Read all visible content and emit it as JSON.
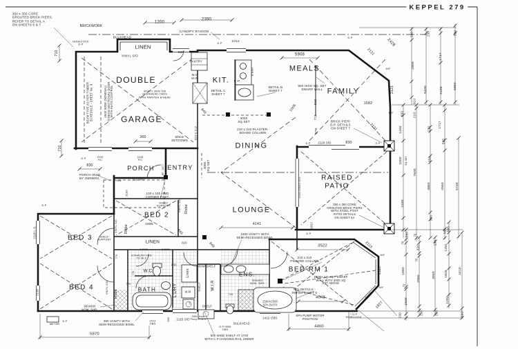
{
  "meta": {
    "title": "KEPPEL 279",
    "drawing_type": "floor plan"
  },
  "colors": {
    "ink": "#1b1b1b",
    "paper": "#fdfdfb"
  },
  "labels": [
    [
      "title",
      "KEPPEL 279",
      633,
      12,
      9.5,
      0
    ],
    [
      "room-double",
      "DOUBLE",
      197,
      117,
      12,
      0
    ],
    [
      "room-garage",
      "GARAGE",
      205,
      174,
      12,
      0
    ],
    [
      "room-kit",
      "KIT.",
      320,
      117,
      11,
      0
    ],
    [
      "room-meals",
      "MEALS",
      441,
      100,
      11,
      0
    ],
    [
      "room-family",
      "FAMILY",
      497,
      133,
      11,
      0
    ],
    [
      "room-dining",
      "DINING",
      364,
      212,
      11,
      0
    ],
    [
      "room-porch",
      "PORCH",
      204,
      244,
      9,
      0
    ],
    [
      "room-entry",
      "ENTRY",
      261,
      243,
      9,
      0
    ],
    [
      "room-lounge",
      "LOUNGE",
      364,
      305,
      11,
      0
    ],
    [
      "room-raised-patio",
      "RAISED\nPATIO",
      488,
      264,
      10,
      0
    ],
    [
      "room-bed2",
      "BED 2",
      227,
      312,
      10,
      0
    ],
    [
      "room-bed3",
      "BED 3",
      116,
      345,
      10,
      0
    ],
    [
      "room-bed4",
      "BED 4",
      118,
      417,
      10,
      0
    ],
    [
      "room-bedrm1",
      "BED RM 1",
      447,
      391,
      10,
      0
    ],
    [
      "room-ens",
      "ENS.",
      358,
      398,
      8,
      0
    ],
    [
      "room-bath",
      "BATH",
      213,
      420,
      8,
      0
    ],
    [
      "room-wc",
      "W.C",
      214,
      393,
      6.5,
      0
    ],
    [
      "room-ldry",
      "L'DRY",
      254,
      421,
      7,
      -90
    ],
    [
      "room-wir",
      "W.I.R",
      309,
      414,
      6,
      -90
    ],
    [
      "linen-front",
      "LINEN",
      207,
      69,
      7.5,
      0
    ],
    [
      "linen-hall",
      "LINEN",
      221,
      351,
      6.5,
      0
    ],
    [
      "linen-ldry",
      "Linen",
      273,
      396,
      5,
      -90
    ],
    [
      "robe-bed2",
      "Robe",
      270,
      303,
      5.5,
      -90
    ],
    [
      "robe-bed3",
      "Robe",
      183,
      332,
      5.5,
      -90
    ],
    [
      "robe-bed4",
      "Robe",
      168,
      426,
      5.5,
      -90
    ],
    [
      "note-brick-piers",
      "350 x 350 CORE\nGROUTED BRICK PIERS.\nREFER TO DETAIL A\nON SHEETS 5 & 7",
      47,
      28,
      4.6,
      0,
      "l"
    ],
    [
      "note-brickwork",
      "BRICKWORK",
      132,
      39,
      5,
      0
    ],
    [
      "note-bulkhead",
      "BULKHEAD",
      177,
      54,
      4.6,
      0
    ],
    [
      "note-vinyl-so",
      "VINYL S/O",
      188,
      81,
      4.6,
      0
    ],
    [
      "note-hosecock",
      "HOSECOCK\nD.P",
      117,
      63,
      3.9,
      0
    ],
    [
      "note-canopy",
      "CANOPY R'HOOD",
      281,
      47,
      4.8,
      0
    ],
    [
      "dp-canopy",
      "D.P",
      318,
      63,
      3.9,
      0
    ],
    [
      "note-pantry",
      "PANTRY",
      284,
      90,
      4.2,
      0
    ],
    [
      "note-wo-mw",
      "W.O\nM.W",
      282,
      112,
      4.2,
      0
    ],
    [
      "note-dw",
      "D.W",
      343,
      118,
      4,
      0
    ],
    [
      "note-bbar",
      "B'BAR",
      366,
      104,
      4,
      -90
    ],
    [
      "note-detail-c",
      "DETAIL C\nSHEET 7",
      316,
      134,
      4.4,
      0
    ],
    [
      "note-detail-b",
      "DETAIL B\nSHEET 7",
      399,
      129,
      4.4,
      0
    ],
    [
      "note-dwarf-wall",
      "900 HIGH SQ. SET\nDWARF WALL",
      452,
      127,
      4.4,
      0
    ],
    [
      "note-ohead-cbds",
      "420H x 3000 UW\nOVERHEAD CBDS\nWITH PAINTED B'HEAD",
      224,
      137,
      3.9,
      0
    ],
    [
      "note-beam",
      "BEAM TYPE AS PER TIMBER\nSCHEDULE - SHEET No. 9",
      130,
      149,
      4.1,
      -90
    ],
    [
      "note-sectional-door",
      "4500 WIDE (NOMINAL)\nO'HEAD SECTIONAL DOOR\nWITH AUTO CONTROL",
      158,
      147,
      4.1,
      -90
    ],
    [
      "note-setdown",
      "50mm\nSETDOWN",
      260,
      201,
      4.4,
      0
    ],
    [
      "note-porch-slab",
      "PORCH SLAB\nBY OWNERS.",
      130,
      256,
      4.4,
      0
    ],
    [
      "note-pb-column-1",
      "210 x 210 PLASTER-\nBOARD COLUMN",
      366,
      190,
      4.4,
      0
    ],
    [
      "note-sq-set-h",
      "3000\nSQ SET",
      353,
      174,
      4.4,
      0
    ],
    [
      "note-sq-set-v",
      "3000\nSQ SET",
      299,
      240,
      4.4,
      -90
    ],
    [
      "note-brick-pier-dp",
      "BRICK PIER/\nD.P. DETAILS\nON SHEET 7",
      493,
      181,
      4.4,
      0
    ],
    [
      "note-hwd-post",
      "100 x 100 HWD\nCORNER POST.",
      228,
      284,
      4.3,
      0
    ],
    [
      "note-shelf-support-bed2",
      "SHELF\nSUPPORT",
      237,
      297,
      3.9,
      0
    ],
    [
      "note-shelf-support-bed3",
      "SHELF\nSUPPORT",
      151,
      346,
      3.9,
      0
    ],
    [
      "note-exhaust-fan",
      "EXHAUST FAN\nTO W.C",
      205,
      373,
      3.9,
      0
    ],
    [
      "note-vanity-1500",
      "1500 VANITY WITH\nSEMI-RECESSED BOWL",
      369,
      343,
      4.3,
      0
    ],
    [
      "note-patio-piers",
      "350 x 350 CORE\nGROUTED BRICK PIERS\nWITH STEEL POST\nPATIO DETAILS\nON SHEET 6A",
      499,
      307,
      4.1,
      0
    ],
    [
      "note-pb-column-2",
      "210 x 210\nP'BOARD COLUMN",
      441,
      377,
      4.3,
      0
    ],
    [
      "note-dwarf-wall-2",
      "1200H SQ. SET DWARF\nWALL WITH 3000 SQ\nSET ABOVE",
      479,
      407,
      4.1,
      0
    ],
    [
      "note-spa-details",
      "SPA DETAILS -\nREFER SHEET 6",
      441,
      423,
      4.3,
      0
    ],
    [
      "note-spa-bath",
      "1500x1500\nSPA BATH",
      391,
      440,
      4.1,
      0
    ],
    [
      "note-spa-pump",
      "SPA PUMP MOTOR\nPOSITION",
      449,
      461,
      4.3,
      0
    ],
    [
      "note-dp-hosecock",
      "+ D.P\nHOSECOCK",
      512,
      458,
      3.7,
      0
    ],
    [
      "note-shelf-450",
      "450W SHELF",
      299,
      387,
      4.1,
      0
    ],
    [
      "note-shelf-wir",
      "SHELF",
      289,
      416,
      3.9,
      -90
    ],
    [
      "note-shelf-b",
      "SHELF",
      300,
      445,
      4.1,
      0
    ],
    [
      "note-wm",
      "W.M",
      272,
      424,
      4.1,
      0
    ],
    [
      "note-t",
      "T.",
      275,
      441,
      4.1,
      0
    ],
    [
      "note-shr-ens",
      "900x900\nNOM. SHR.",
      373,
      409,
      3.7,
      0
    ],
    [
      "note-shr-bed4",
      "900x900\nNOM. SHR.",
      130,
      447,
      4.1,
      0
    ],
    [
      "note-vanity-900",
      "900 VANITY WITH\nSEMI-RECESSED BOWL",
      169,
      469,
      4.2,
      0
    ],
    [
      "note-hws",
      "250L Heat\nPump H.W.S",
      287,
      461,
      3.7,
      0
    ],
    [
      "note-bulkhead-2",
      "BULKHEAD",
      350,
      470,
      4.1,
      0
    ],
    [
      "note-shelf-600",
      "600 WIDE SHELF AT 1700\nWITH C.P HANGING RAIL UNDER",
      332,
      490,
      4.2,
      0
    ],
    [
      "note-meter",
      "METER",
      79,
      470,
      3.9,
      0
    ],
    [
      "dp-bottom-left",
      "D.P",
      94,
      466,
      3.8,
      0
    ],
    [
      "note-mb",
      "M/B",
      172,
      262,
      3.8,
      0
    ],
    [
      "vinyl-sd-bed2",
      "VINYL S/D",
      260,
      298,
      3.8,
      -90
    ],
    [
      "vinyl-sd-bed3",
      "VINYL S/D",
      168,
      328,
      3.8,
      -90
    ],
    [
      "vinyl-sd-bed4",
      "VINYL S/D",
      155,
      417,
      3.8,
      -90
    ],
    [
      "win-ef-1677",
      "EF. 1677",
      236,
      246,
      3.8,
      -90
    ],
    [
      "dp-porch",
      "D.P",
      121,
      230,
      3.8,
      0
    ],
    [
      "dp-bed3",
      "D.P",
      64,
      298,
      3.8,
      0
    ],
    [
      "dp-patio-left",
      "D.P",
      446,
      208,
      3.8,
      0
    ],
    [
      "dp-patio-right",
      "D.P",
      547,
      208,
      3.8,
      0
    ],
    [
      "dp-bay-top",
      "D.P",
      507,
      55,
      3.8,
      0
    ],
    [
      "dp-bedrm",
      "D.P",
      447,
      339,
      3.8,
      0
    ],
    [
      "mf-1",
      "M/F",
      562,
      100,
      3.5,
      0
    ],
    [
      "mf-2",
      "M/F",
      566,
      164,
      3.5,
      0
    ],
    [
      "mf-3",
      "M/F",
      554,
      370,
      3.5,
      0
    ],
    [
      "mf-4",
      "M/F",
      552,
      417,
      3.5,
      0
    ],
    [
      "door-sdr-1",
      "2/SDR",
      208,
      362,
      3.6,
      0
    ],
    [
      "door-sdr-2",
      "2/SDR",
      240,
      362,
      3.6,
      0
    ],
    [
      "dim-1200",
      "1200",
      231,
      33,
      6,
      0
    ],
    [
      "dim-2390",
      "2390",
      299,
      29,
      6,
      0
    ],
    [
      "win-1012",
      "1012",
      341,
      61,
      4.8,
      0
    ],
    [
      "win-820-pantry",
      "820",
      262,
      77,
      4.8,
      0
    ],
    [
      "dim-5908",
      "5908",
      434,
      80,
      6,
      0
    ],
    [
      "dim-2428",
      "2428",
      566,
      62,
      5.8,
      47
    ],
    [
      "dim-2121-a",
      "2121",
      536,
      76,
      5.2,
      47
    ],
    [
      "dim-2121-b",
      "2121",
      569,
      130,
      5.2,
      -90
    ],
    [
      "dim-2121-c",
      "2121",
      540,
      185,
      5.2,
      47
    ],
    [
      "dim-1582",
      "1582",
      533,
      151,
      5.2,
      0
    ],
    [
      "dim-910-fam",
      "910",
      458,
      148,
      4.8,
      -90
    ],
    [
      "dim-711",
      "711",
      458,
      170,
      4.8,
      -90
    ],
    [
      "dim-979",
      "979",
      459,
      190,
      4.8,
      -90
    ],
    [
      "dim-1006",
      "1006",
      425,
      157,
      5,
      -55
    ],
    [
      "dim-849-a",
      "849",
      294,
      162,
      5,
      47
    ],
    [
      "dim-849-b",
      "849",
      260,
      337,
      5,
      47
    ],
    [
      "dim-849-c",
      "849",
      306,
      356,
      5,
      47
    ],
    [
      "dim-820-csd",
      "820 C.S.D",
      284,
      193,
      4,
      -90
    ],
    [
      "dim-360",
      "360",
      207,
      200,
      5.2,
      0
    ],
    [
      "dim-710-a",
      "710",
      83,
      77,
      5.2,
      -90
    ],
    [
      "dim-710-b",
      "710",
      88,
      215,
      5.2,
      -90
    ],
    [
      "dim-830-a",
      "830",
      130,
      241,
      5.2,
      0
    ],
    [
      "win-2109-a",
      "2109\nF/C",
      145,
      230,
      3.7,
      0
    ],
    [
      "win-2109-b",
      "2109\nF/C",
      203,
      230,
      3.7,
      0
    ],
    [
      "win-2112",
      "2112 XO",
      200,
      261,
      4.1,
      0
    ],
    [
      "dim-3109",
      "3109",
      184,
      280,
      4,
      -90
    ],
    [
      "dim-1995",
      "1995",
      216,
      326,
      4.8,
      0
    ],
    [
      "win-2118-ls",
      "2118 L.S.",
      51,
      337,
      4.1,
      -90
    ],
    [
      "win-2118",
      "2118",
      55,
      424,
      4.1,
      -90
    ],
    [
      "dim-770-a",
      "770",
      169,
      372,
      3.9,
      -90
    ],
    [
      "dim-770-b",
      "770",
      193,
      396,
      3.9,
      -90
    ],
    [
      "dim-770-c",
      "770",
      186,
      412,
      3.9,
      0
    ],
    [
      "dim-720",
      "720",
      334,
      427,
      3.9,
      0
    ],
    [
      "dim-820-b",
      "820",
      267,
      353,
      4.1,
      0
    ],
    [
      "dim-830-b",
      "830",
      252,
      385,
      4.1,
      0
    ],
    [
      "win-2118-sd",
      "2118 S/D",
      470,
      208,
      4.3,
      0
    ],
    [
      "dim-830-c",
      "830",
      505,
      208,
      5.2,
      0
    ],
    [
      "win-2130-obsd",
      "2130 OBSD S/D",
      434,
      272,
      3.9,
      -90
    ],
    [
      "dim-1820",
      "1820",
      452,
      327,
      4.1,
      -90
    ],
    [
      "dim-4141",
      "4141",
      372,
      326,
      5.2,
      0
    ],
    [
      "dim-3522",
      "3522",
      467,
      357,
      5.8,
      0
    ],
    [
      "dim-4048",
      "4048",
      464,
      432,
      5.8,
      0
    ],
    [
      "dim-2115-a",
      "2115",
      533,
      356,
      5.2,
      47
    ],
    [
      "dim-2115-b",
      "2115",
      551,
      392,
      5.2,
      -90
    ],
    [
      "dim-2115-c",
      "2115",
      535,
      430,
      5.2,
      -47
    ],
    [
      "dim-1827",
      "1827",
      550,
      443,
      5.2,
      -47
    ],
    [
      "win-1412-obs",
      "1412 OBS",
      391,
      462,
      4.3,
      0
    ],
    [
      "dim-4460",
      "4460",
      462,
      474,
      5.8,
      0
    ],
    [
      "dim-5870",
      "5870",
      137,
      485,
      5.8,
      0
    ],
    [
      "win-1512-obs",
      "1512\nOBS",
      221,
      468,
      3.9,
      0
    ],
    [
      "win-0905-obs",
      "D.P 0905\nOBS",
      326,
      476,
      3.7,
      0
    ],
    [
      "win-2115-sd",
      "2115 S/D",
      265,
      464,
      4.3,
      0
    ],
    [
      "dim-800",
      "800",
      244,
      463,
      3.9,
      -90
    ],
    [
      "dim-230-a",
      "230",
      596,
      50,
      4.6,
      -90
    ],
    [
      "dim-230-b",
      "230",
      620,
      49,
      4.6,
      -90
    ],
    [
      "dim-500-a",
      "500",
      659,
      48,
      4.6,
      -90
    ],
    [
      "dim-2800",
      "2800",
      599,
      95,
      4.8,
      -90
    ],
    [
      "dim-5400",
      "5400",
      617,
      130,
      4.8,
      -90
    ],
    [
      "dim-1717-a",
      "1717",
      639,
      82,
      4.8,
      -90
    ],
    [
      "dim-2426",
      "2426",
      640,
      131,
      4.8,
      -90
    ],
    [
      "dim-5860",
      "5860",
      660,
      125,
      4.8,
      -90
    ],
    [
      "dim-910-r",
      "910",
      600,
      147,
      4.6,
      -90
    ],
    [
      "dim-600",
      "600",
      582,
      165,
      4.6,
      -90
    ],
    [
      "dim-1490",
      "1490",
      581,
      188,
      4.8,
      -90
    ],
    [
      "dim-2000",
      "2000",
      581,
      233,
      4.8,
      -90
    ],
    [
      "dim-sq-set",
      "SQ SET",
      589,
      233,
      3.4,
      -90
    ],
    [
      "dim-2495",
      "2495",
      584,
      295,
      4.8,
      -90
    ],
    [
      "dim-560",
      "560",
      589,
      340,
      4.6,
      -90
    ],
    [
      "dim-210",
      "210",
      600,
      167,
      4.6,
      -90
    ],
    [
      "dim-7600",
      "7600",
      602,
      250,
      4.8,
      -90
    ],
    [
      "dim-70-a",
      "70",
      602,
      341,
      4.2,
      -90
    ],
    [
      "dim-230-c",
      "230",
      621,
      187,
      4.6,
      -90
    ],
    [
      "dim-350-a",
      "350",
      622,
      231,
      4.6,
      -90
    ],
    [
      "dim-3860",
      "3860",
      622,
      270,
      4.8,
      -90
    ],
    [
      "dim-350-b",
      "350",
      624,
      316,
      4.6,
      -90
    ],
    [
      "dim-1717-b",
      "1717",
      638,
      181,
      4.8,
      -90
    ],
    [
      "dim-585-a",
      "585",
      642,
      205,
      4.6,
      -90
    ],
    [
      "dim-4560",
      "4560",
      642,
      270,
      4.8,
      -90
    ],
    [
      "dim-585-b",
      "585",
      644,
      335,
      4.6,
      -90
    ],
    [
      "dim-5730",
      "5730",
      663,
      270,
      4.8,
      -90
    ],
    [
      "dim-70-b",
      "70",
      584,
      352,
      4.2,
      -90
    ],
    [
      "dim-920",
      "920",
      605,
      359,
      4.6,
      -90
    ],
    [
      "dim-70-c",
      "70",
      604,
      377,
      4.2,
      -90
    ],
    [
      "dim-1890",
      "1890",
      585,
      393,
      4.8,
      -90
    ],
    [
      "dim-70-d",
      "70",
      586,
      414,
      4.2,
      -90
    ],
    [
      "dim-1500",
      "1500",
      589,
      437,
      4.8,
      -90
    ],
    [
      "dim-230-d",
      "230",
      579,
      457,
      4.6,
      -90
    ],
    [
      "dim-2960",
      "2960",
      607,
      404,
      4.8,
      -90
    ],
    [
      "dim-230-e",
      "230",
      610,
      454,
      4.6,
      -90
    ],
    [
      "dim-230-f",
      "230",
      630,
      352,
      4.6,
      -90
    ],
    [
      "dim-3950",
      "3950",
      629,
      399,
      4.8,
      -90
    ],
    [
      "dim-230-g",
      "230",
      632,
      454,
      4.6,
      -90
    ],
    [
      "dim-585-c",
      "585",
      649,
      332,
      4.6,
      -90
    ],
    [
      "dim-1292-a",
      "1292",
      647,
      359,
      4.8,
      -90
    ],
    [
      "dim-1826",
      "1826",
      647,
      397,
      4.8,
      -90
    ],
    [
      "dim-1292-b",
      "1292",
      649,
      435,
      4.8,
      -90
    ],
    [
      "dim-4410",
      "4410",
      667,
      393,
      4.8,
      -90
    ],
    [
      "dim-500-b",
      "500",
      669,
      456,
      4.6,
      -90
    ]
  ]
}
